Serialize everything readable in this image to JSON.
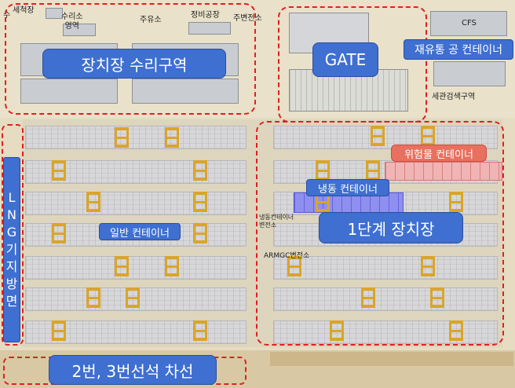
{
  "top_labels": {
    "wash": "세척장",
    "su": "수",
    "repair_area": "수리소\n영역",
    "fuel": "주유소",
    "maintenance": "정비공장",
    "substation": "주변전소",
    "cfs": "CFS",
    "customs": "세관검색구역",
    "freezer_substation": "냉동컨테이너\n변전소",
    "armgc_substation": "ARMGC변전소"
  },
  "zones": {
    "repair_yard": "장치장  수리구역",
    "gate": "GATE",
    "empty_container": "재유통 공 컨테이너",
    "hazard": "위험물 컨테이너",
    "reefer": "냉동 컨테이너",
    "general": "일반 컨테이너",
    "phase1": "1단계 장치장",
    "lng": "L\nN\nG\n기\n지\n방\n면",
    "berth": "2번, 3번선석 차선"
  },
  "colors": {
    "blue_box": "#3e6fd1",
    "dash_red": "#e02020",
    "hazard_tag": "#e8705f",
    "crane": "#d9a52a"
  }
}
